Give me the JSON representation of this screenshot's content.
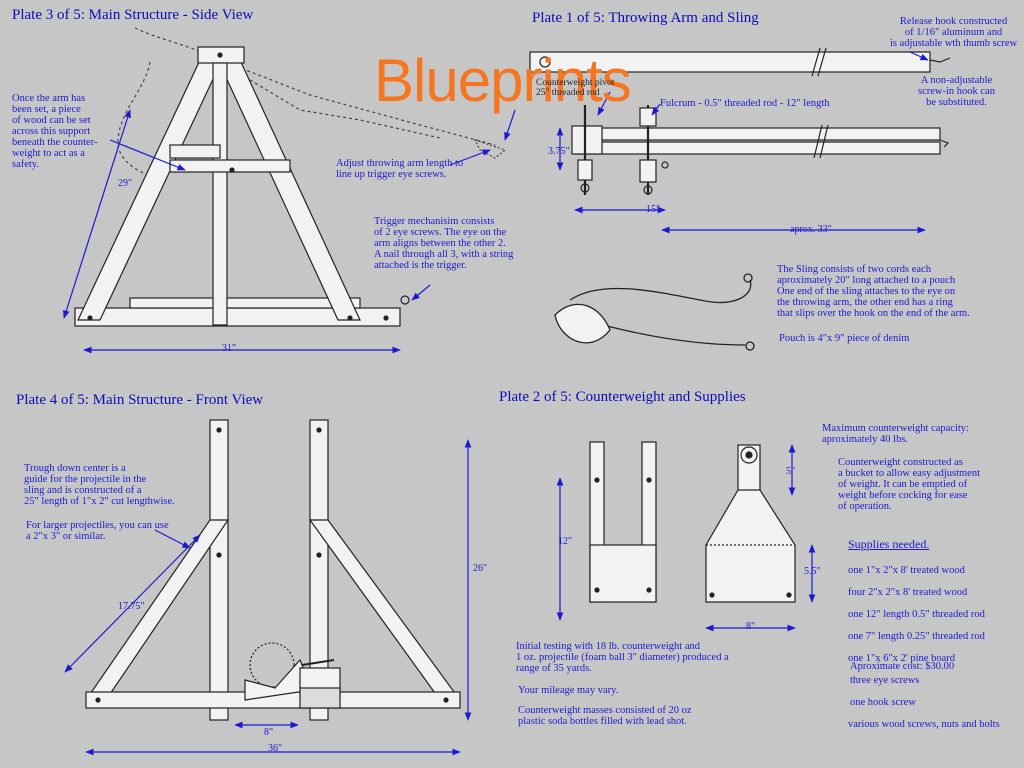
{
  "slide": {
    "title": "Blueprints",
    "colors": {
      "background": "#c6c6c6",
      "text": "#1a1ad0",
      "title": "#f5761e",
      "wood": "#f2f2f2",
      "outline": "#222222"
    }
  },
  "plate3": {
    "heading": "Plate 3 of 5: Main Structure - Side View",
    "note_arm": "Once the arm has\nbeen set, a piece\nof wood can be set\nacross this support\nbeneath the counter-\nweight to act as a\nsafety.",
    "note_adjust": "Adjust throwing arm length to\nline up trigger eye screws.",
    "note_trigger": "Trigger mechanisim consists\nof 2 eye screws. The eye on the\narm aligns between the other 2.\nA nail through all 3, with a string\nattached is the trigger.",
    "dim_side": "29\"",
    "dim_base": "31\""
  },
  "plate1": {
    "heading": "Plate 1 of 5: Throwing Arm and Sling",
    "note_release": "Release hook constructed\nof 1/16\" aluminum and\nis adjustable wth thumb screw",
    "note_hook": "A non-adjustable\nscrew-in hook can\nbe substituted.",
    "note_counterweight": "Counterweight pivot\n25\" threaded rod",
    "note_fulcrum": "Fulcrum - 0.5\" threaded rod - 12\" length",
    "dim_height": "3.75\"",
    "dim_short": "15\"",
    "dim_long": "aprox. 33\"",
    "note_sling": "The Sling consists of two cords each\naproximately 20\" long attached to a pouch\nOne end of the sling attaches to the eye on\nthe throwing arm, the other end has a ring\nthat slips over the hook on the end of the arm.",
    "note_pouch": "Pouch is 4\"x 9\" piece of denim"
  },
  "plate4": {
    "heading": "Plate 4 of 5: Main Structure - Front View",
    "note_trough": "Trough down center is a\nguide for the projectile in the\nsling and is constructed of a\n25\" length of 1\"x 2\" cut lengthwise.",
    "note_larger": "For larger projectiles, you can use\na 2\"x 3\" or similar.",
    "dim_diag": "17.75\"",
    "dim_height": "26\"",
    "dim_center": "8\"",
    "dim_base": "36\""
  },
  "plate2": {
    "heading": "Plate 2 of 5: Counterweight and Supplies",
    "note_capacity": "Maximum counterweight capacity:\naproximately 40 lbs.",
    "note_bucket": "Counterweight constructed as\na bucket to allow easy adjustment\nof weight. It can be emptied of\nweight before cocking for ease\nof operation.",
    "dim_top": "5\"",
    "dim_height": "12\"",
    "dim_side": "5.5\"",
    "dim_width": "8\"",
    "supplies_heading": "Supplies needed.",
    "supplies": [
      "one 1\"x 2\"x 8' treated wood",
      "four 2\"x 2\"x 8' treated wood",
      "one 12\" length 0.5\" threaded rod",
      "one 7\" length 0.25\" threaded rod",
      "one 1\"x 6\"x 2' pine board",
      "three eye screws",
      "one hook screw",
      "various wood screws, nuts and bolts"
    ],
    "cost": "Aproximate cost: $30.00",
    "note_testing": "Initial testing with 18 lb. counterweight and\n1 oz. projectile (foam ball 3\" diameter) produced a\nrange of 35 yards.",
    "note_mileage": "Your mileage may vary.",
    "note_masses": "Counterweight masses consisted of 20 oz\nplastic soda bottles filled with lead shot."
  }
}
